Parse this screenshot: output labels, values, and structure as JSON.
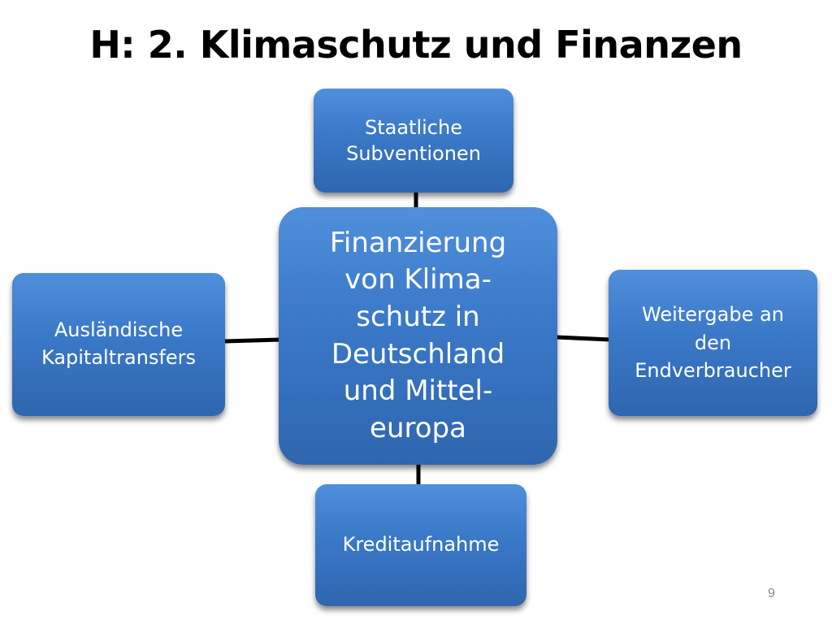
{
  "slide": {
    "title": "H: 2. Klimaschutz und Finanzen",
    "page_number": "9"
  },
  "diagram": {
    "center": {
      "lines": [
        "Finanzierung",
        "von Klima-",
        "schutz in",
        "Deutschland",
        "und Mittel-",
        "europa"
      ]
    },
    "nodes": {
      "top": {
        "lines": [
          "Staatliche",
          "Subventionen"
        ]
      },
      "left": {
        "lines": [
          "Ausländische",
          "Kapitaltransfers"
        ]
      },
      "right": {
        "lines": [
          "Weitergabe an",
          "den",
          "Endverbraucher"
        ]
      },
      "bottom": {
        "lines": [
          "Kreditaufnahme"
        ]
      }
    },
    "colors": {
      "box_fill": "#3a78c8",
      "box_text": "#ffffff",
      "connector": "#000000"
    }
  }
}
